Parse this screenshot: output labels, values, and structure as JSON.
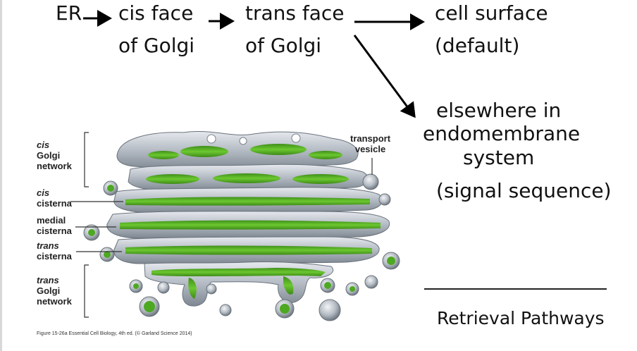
{
  "pathway": {
    "er": "ER",
    "cis_face_line1": "cis face",
    "cis_face_line2": "of Golgi",
    "trans_face_line1": "trans face",
    "trans_face_line2": "of Golgi",
    "cell_surface_line1": "cell surface",
    "cell_surface_line2": "(default)",
    "elsewhere_line1": "elsewhere in",
    "elsewhere_line2": "endomembrane",
    "elsewhere_line3": "system",
    "signal": "(signal sequence)"
  },
  "figure": {
    "cis_network_1": "cis",
    "cis_network_2": "Golgi",
    "cis_network_3": "network",
    "cis_cisterna_1": "cis",
    "cis_cisterna_2": "cisterna",
    "medial_1": "medial",
    "medial_2": "cisterna",
    "trans_cisterna_1": "trans",
    "trans_cisterna_2": "cisterna",
    "trans_network_1": "trans",
    "trans_network_2": "Golgi",
    "trans_network_3": "network",
    "transport_1": "transport",
    "transport_2": "vesicle",
    "credit": "Figure 15-26a  Essential Cell Biology, 4th ed. (© Garland Science 2014)"
  },
  "retrieval": "Retrieval Pathways",
  "colors": {
    "membrane": "#b8bec6",
    "lumen": "#5cb82a",
    "arrow": "#000000"
  }
}
